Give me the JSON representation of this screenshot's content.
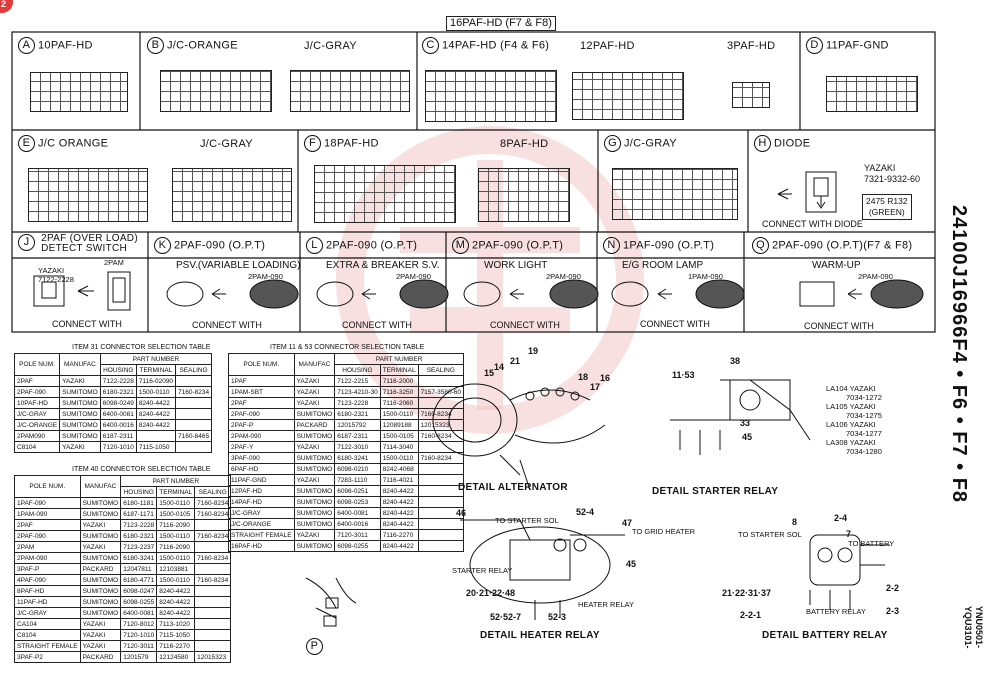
{
  "page": {
    "corner_number": "2",
    "side_code": "24100J16966F4 • F6 • F7 • F8",
    "side_model_1": "YNU0501-",
    "side_model_2": "YQU3101-"
  },
  "header_box": "16PAF-HD (F7 & F8)",
  "row1": {
    "A": {
      "letter": "A",
      "title": "10PAF-HD"
    },
    "B": {
      "letter": "B",
      "title": "J/C-ORANGE",
      "title2": "J/C-GRAY"
    },
    "C": {
      "letter": "C",
      "title": "14PAF-HD (F4 & F6)",
      "title2": "12PAF-HD",
      "title3": "3PAF-HD"
    },
    "D": {
      "letter": "D",
      "title": "11PAF-GND"
    }
  },
  "row2": {
    "E": {
      "letter": "E",
      "title": "J/C ORANGE",
      "title2": "J/C-GRAY"
    },
    "F": {
      "letter": "F",
      "title": "18PAF-HD",
      "title2": "8PAF-HD"
    },
    "G": {
      "letter": "G",
      "title": "J/C-GRAY"
    },
    "H": {
      "letter": "H",
      "title": "DIODE",
      "maker": "YAZAKI",
      "part": "7321-9332-60",
      "box_line1": "2475 R132",
      "box_line2": "(GREEN)",
      "caption": "CONNECT WITH DIODE"
    }
  },
  "row3": {
    "J": {
      "letter": "J",
      "title_line1": "2PAF (OVER LOAD)",
      "title_line2": "DETECT SWITCH",
      "maker": "YAZAKI",
      "part": "7122-2228",
      "right": "2PAM",
      "caption": "CONNECT WITH"
    },
    "K": {
      "letter": "K",
      "title": "2PAF-090 (O.P.T)",
      "sub": "PSV.(VARIABLE LOADING)",
      "right": "2PAM-090",
      "caption": "CONNECT WITH"
    },
    "L": {
      "letter": "L",
      "title": "2PAF-090 (O.P.T)",
      "sub": "EXTRA & BREAKER S.V.",
      "right": "2PAM-090",
      "caption": "CONNECT WITH"
    },
    "M": {
      "letter": "M",
      "title": "2PAF-090 (O.P.T)",
      "sub": "WORK LIGHT",
      "right": "2PAM-090",
      "caption": "CONNECT WITH"
    },
    "N": {
      "letter": "N",
      "title": "1PAF-090 (O.P.T)",
      "sub": "E/G ROOM LAMP",
      "right": "1PAM-090",
      "caption": "CONNECT WITH"
    },
    "Q": {
      "letter": "Q",
      "title": "2PAF-090 (O.P.T)(F7 & F8)",
      "sub": "WARM-UP",
      "right": "2PAM-090",
      "caption": "CONNECT WITH"
    }
  },
  "table1": {
    "caption": "ITEM 31  CONNECTOR SELECTION TABLE",
    "headers": [
      "POLE NUM.",
      "MANUFAC",
      "HOUSING",
      "TERMINAL",
      "SEALING"
    ],
    "group": "PART NUMBER",
    "rows": [
      [
        "2PAF",
        "YAZAKI",
        "7122-2228",
        "7116-02090",
        ""
      ],
      [
        "2PAF-090",
        "SUMITOMO",
        "6180-2321",
        "1500-0110",
        "7160-8234"
      ],
      [
        "10PAF-HD",
        "SUMITOMO",
        "6098-0249",
        "8240-4422",
        ""
      ],
      [
        "J/C-GRAY",
        "SUMITOMO",
        "6400-0081",
        "8240-4422",
        ""
      ],
      [
        "J/C-ORANGE",
        "SUMITOMO",
        "6400-0016",
        "8240-4422",
        ""
      ],
      [
        "2PAM090",
        "SUMITOMO",
        "6187-2311",
        "",
        "7160-8465"
      ],
      [
        "C8104",
        "YAZAKI",
        "7120-1010",
        "7115-1050",
        ""
      ]
    ]
  },
  "table2": {
    "caption": "ITEM 40  CONNECTOR SELECTION TABLE",
    "headers": [
      "POLE NUM.",
      "MANUFAC",
      "HOUSING",
      "TERMINAL",
      "SEALING"
    ],
    "group": "PART NUMBER",
    "rows": [
      [
        "1PAF-090",
        "SUMITOMO",
        "6180-1181",
        "1500-0110",
        "7160-8234"
      ],
      [
        "1PAM-090",
        "SUMITOMO",
        "6187-1171",
        "1500-0105",
        "7160-8234"
      ],
      [
        "2PAF",
        "YAZAKI",
        "7123-2228",
        "7116-2090",
        ""
      ],
      [
        "2PAF-090",
        "SUMITOMO",
        "6180-2321",
        "1500-0110",
        "7160-8234"
      ],
      [
        "2PAM",
        "YAZAKI",
        "7123-2237",
        "7116-2090",
        ""
      ],
      [
        "2PAM-090",
        "SUMITOMO",
        "6180-3241",
        "1500-0110",
        "7160-8234"
      ],
      [
        "3PAF-P",
        "PACKARD",
        "12047811",
        "12103881",
        ""
      ],
      [
        "4PAF-090",
        "SUMITOMO",
        "6180-4771",
        "1500-0110",
        "7160-8234"
      ],
      [
        "8PAF-HD",
        "SUMITOMO",
        "6098-0247",
        "8240-4422",
        ""
      ],
      [
        "11PAF-HD",
        "SUMITOMO",
        "6098-0255",
        "8240-4422",
        ""
      ],
      [
        "J/C-GRAY",
        "SUMITOMO",
        "6400-0081",
        "8240-4422",
        ""
      ],
      [
        "CA104",
        "YAZAKI",
        "7120-8012",
        "7113-1020",
        ""
      ],
      [
        "C8104",
        "YAZAKI",
        "7120-1010",
        "7115-1050",
        ""
      ],
      [
        "STRAIGHT FEMALE",
        "YAZAKI",
        "7120-3011",
        "7116-2270",
        ""
      ],
      [
        "3PAF-P2",
        "PACKARD",
        "1201579",
        "12124580",
        "12015323"
      ]
    ]
  },
  "table3": {
    "caption": "ITEM 11 & 53  CONNECTOR SELECTION TABLE",
    "headers": [
      "POLE NUM.",
      "MANUFAC",
      "HOUSING",
      "TERMINAL",
      "SEALING"
    ],
    "group": "PART NUMBER",
    "rows": [
      [
        "1PAF",
        "YAZAKI",
        "7122-2215",
        "7116-2000",
        ""
      ],
      [
        "1PAM-SBT",
        "YAZAKI",
        "7123-4210-30",
        "7116-3250",
        "7157-3580-60"
      ],
      [
        "2PAF",
        "YAZAKI",
        "7123-2228",
        "7116-2060",
        ""
      ],
      [
        "2PAF-090",
        "SUMITOMO",
        "6180-2321",
        "1500-0110",
        "7160-8234"
      ],
      [
        "2PAF-P",
        "PACKARD",
        "12015792",
        "12089188",
        "12015323"
      ],
      [
        "2PAM-090",
        "SUMITOMO",
        "6187-2311",
        "1500-0105",
        "7160-8234"
      ],
      [
        "2PAF-Y",
        "YAZAKI",
        "7122-3010",
        "7114-3040",
        ""
      ],
      [
        "3PAF-090",
        "SUMITOMO",
        "6180-3241",
        "1500-0110",
        "7160-8234"
      ],
      [
        "6PAF-HD",
        "SUMITOMO",
        "6098-0210",
        "8242-4068",
        ""
      ],
      [
        "11PAF-GND",
        "YAZAKI",
        "7283-1110",
        "7116-4021",
        ""
      ],
      [
        "12PAF-HD",
        "SUMITOMO",
        "6098-0251",
        "8240-4422",
        ""
      ],
      [
        "14PAF-HD",
        "SUMITOMO",
        "6098-0253",
        "8240-4422",
        ""
      ],
      [
        "J/C-GRAY",
        "SUMITOMO",
        "6400-0081",
        "8240-4422",
        ""
      ],
      [
        "J/C-ORANGE",
        "SUMITOMO",
        "6400-0016",
        "8240-4422",
        ""
      ],
      [
        "STRAIGHT FEMALE",
        "YAZAKI",
        "7120-3011",
        "7116-2270",
        ""
      ],
      [
        "16PAF-HD",
        "SUMITOMO",
        "6098-0255",
        "8240-4422",
        ""
      ]
    ]
  },
  "details": {
    "alternator": "DETAIL ALTERNATOR",
    "starter": "DETAIL STARTER RELAY",
    "heater": "DETAIL HEATER RELAY",
    "battery": "DETAIL BATTERY RELAY",
    "p_letter": "P",
    "alt_nums": [
      "19",
      "21",
      "15",
      "14",
      "18",
      "17",
      "16"
    ],
    "starter_nums": [
      "11·53",
      "38",
      "33",
      "45"
    ],
    "la_list": [
      "LA104 YAZAKI",
      "7034-1272",
      "LA105 YAZAKI",
      "7034-1275",
      "LA106 YAZAKI",
      "7034-1277",
      "LA308 YAZAKI",
      "7034-1280"
    ],
    "heater_nums": [
      "46",
      "52-4",
      "47",
      "45",
      "20·21·22·48",
      "52·52-7",
      "52-3"
    ],
    "heater_labels": [
      "TO STARTER SOL",
      "TO GRID HEATER",
      "STARTER RELAY",
      "HEATER RELAY"
    ],
    "battery_nums": [
      "8",
      "2-4",
      "7",
      "21·22·31·37",
      "2-2",
      "2-2-1",
      "2-3"
    ],
    "battery_labels": [
      "TO STARTER SOL",
      "TO BATTERY",
      "BATTERY RELAY"
    ]
  }
}
